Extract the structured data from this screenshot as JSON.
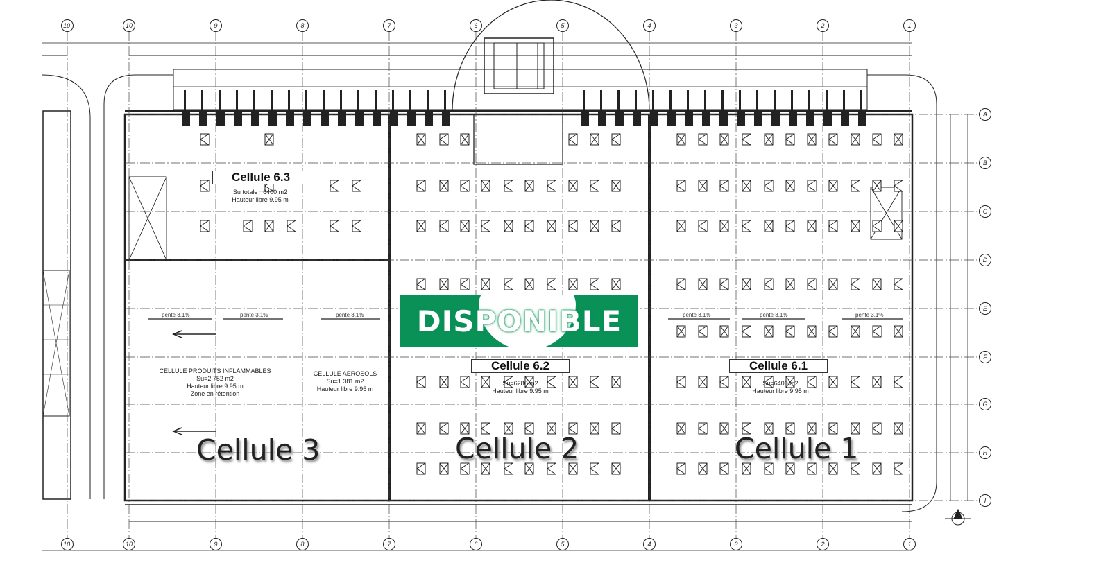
{
  "banner": {
    "text": "DISPONIBLE",
    "color": "#0a9157"
  },
  "grid": {
    "columns": [
      "10'",
      "10",
      "9",
      "8",
      "7",
      "6",
      "5",
      "4",
      "3",
      "2",
      "1"
    ],
    "rows": [
      "A",
      "B",
      "C",
      "D",
      "E",
      "F",
      "G",
      "H",
      "I"
    ]
  },
  "cells": {
    "c63": {
      "title": "Cellule 6.3",
      "surface": "Su totale =6400 m2",
      "height": "Hauteur libre 9.95 m"
    },
    "c62": {
      "title": "Cellule 6.2",
      "surface": "Su=6280 m2",
      "height": "Hauteur libre 9.95 m"
    },
    "c61": {
      "title": "Cellule 6.1",
      "surface": "Su=6400 m2",
      "height": "Hauteur libre 9.95 m"
    },
    "inflammables": {
      "title": "CELLULE PRODUITS INFLAMMABLES",
      "surface": "Su=2 752 m2",
      "height": "Hauteur libre 9.95 m",
      "note": "Zone en rétention"
    },
    "aerosols": {
      "title": "CELLULE AEROSOLS",
      "surface": "Su=1 381 m2",
      "height": "Hauteur libre 9.95 m"
    }
  },
  "slope_label": "pente 3.1%",
  "big_labels": {
    "cell3": "Cellule 3",
    "cell2": "Cellule 2",
    "cell1": "Cellule 1"
  }
}
